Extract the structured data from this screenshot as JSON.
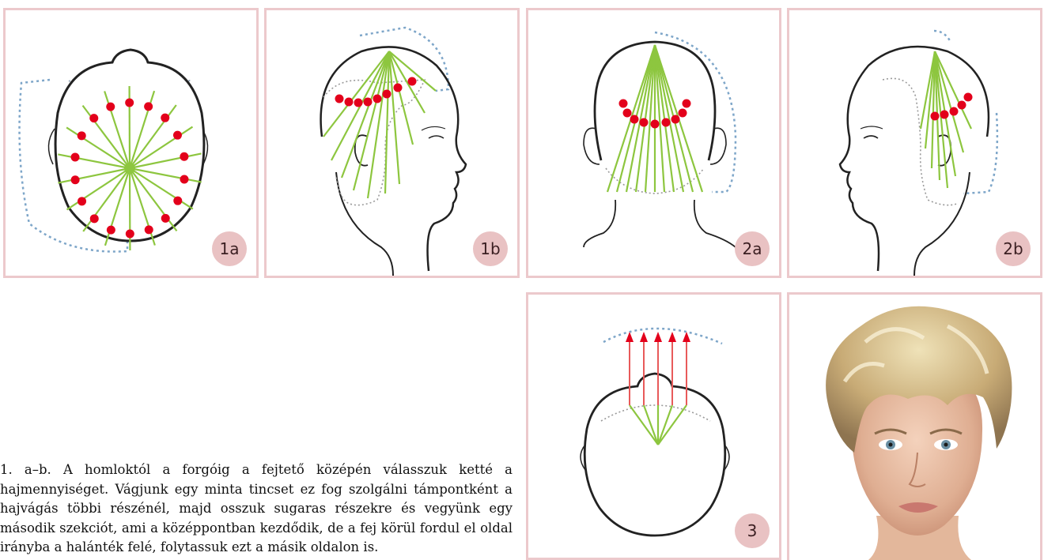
{
  "figures": [
    {
      "label": "1a",
      "description": "head top view with radial sections"
    },
    {
      "label": "1b",
      "description": "head side view with radial sections"
    },
    {
      "label": "2a",
      "description": "head back view with sections"
    },
    {
      "label": "2b",
      "description": "head side view facing left with sections"
    },
    {
      "label": "3",
      "description": "head top view with forward arrows"
    }
  ],
  "photo": {
    "alt": "portrait of woman with short blonde haircut"
  },
  "caption": "1. a–b. A homloktól a forgóig a fejtető középén válasszuk ketté a hajmennyiséget. Vágjunk egy minta tincset ez fog szolgálni tám­pontként a hajvágás többi részénél, majd osszuk sugaras részekre és vegyünk egy második szekciót, ami a középpontban kezdődik, de a fej körül fordul el oldal irányba a halánték felé, folytassuk ezt a másik oldalon is.",
  "colors": {
    "border": "#ecc9cc",
    "badge": "#e9c2c3",
    "guide": "#8dc63f",
    "dot": "#e3001b",
    "dashed": "#7ea6c9"
  }
}
